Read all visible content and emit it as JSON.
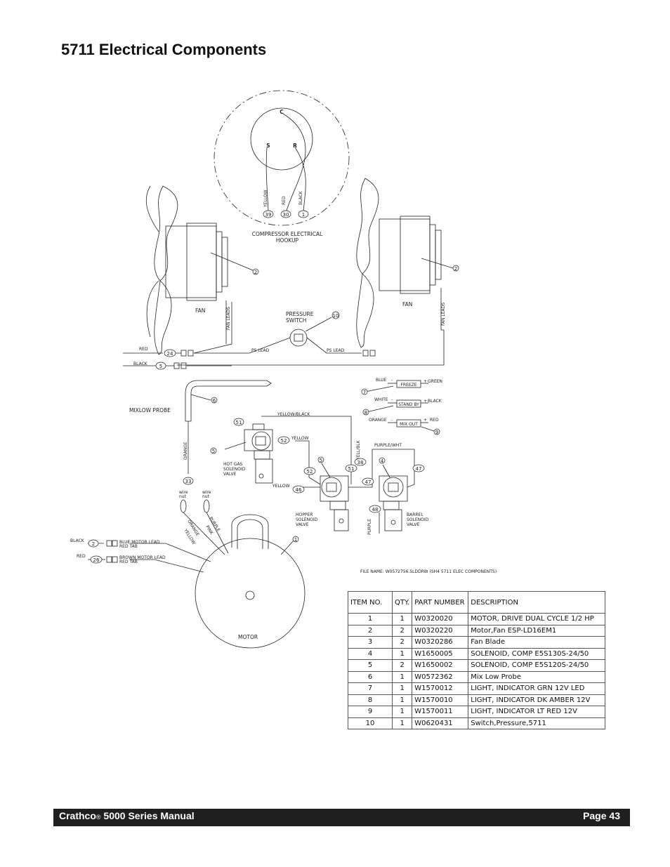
{
  "title": "5711 Electrical Components",
  "diagram": {
    "compressor_terminals": {
      "c": "C",
      "s": "S",
      "r": "R"
    },
    "compressor_wires": {
      "yellow": "YELLOW",
      "red": "RED",
      "black": "BLACK"
    },
    "compressor_wire_numbers": {
      "n1": "39",
      "n2": "30",
      "n3": "1"
    },
    "compressor_label_1": "COMPRESSOR ELECTRICAL",
    "compressor_label_2": "HOOKUP",
    "fan_left": "FAN",
    "fan_right": "FAN",
    "fan_leads": "FAN LEADS",
    "fan_item": "2",
    "pressure_label_1": "PRESSURE",
    "pressure_label_2": "SWITCH",
    "pressure_item": "10",
    "ps_lead": "PS LEAD",
    "red": "RED",
    "black": "BLACK",
    "red_wire_no": "24",
    "black_wire_no": "5",
    "mixlow_probe": "MIXLOW PROBE",
    "probe_item": "6",
    "orange": "ORANGE",
    "orange_wire_no": "33",
    "yellow_black": "YELLOW/BLACK",
    "yellow": "YELLOW",
    "yell_blk": "YELL/BLK",
    "hot_gas_1": "HOT GAS",
    "hot_gas_2": "SOLENOID",
    "hot_gas_3": "VALVE",
    "hot_gas_item": "5",
    "hot_gas_wire_a": "51",
    "hot_gas_wire_b": "52",
    "hopper_1": "HOPPER",
    "hopper_2": "SOLENOID",
    "hopper_3": "VALVE",
    "hopper_item": "5",
    "hopper_wires": {
      "a": "52",
      "b": "51",
      "c": "38",
      "d": "46"
    },
    "barrel_1": "BARREL",
    "barrel_2": "SOLENOID",
    "barrel_3": "VALVE",
    "barrel_item": "4",
    "barrel_wires": {
      "a": "47",
      "b": "47",
      "c": "48"
    },
    "purple_wht": "PURPLE/WHT",
    "purple": "PURPLE",
    "blue": "BLUE",
    "green": "GREEN",
    "white": "WHITE",
    "orange_light": "ORANGE",
    "red_light": "RED",
    "freeze": "FREEZE",
    "stand_by": "STAND BY",
    "mix_out": "MIX OUT",
    "minus": "-",
    "plus": "+",
    "light_items": {
      "freeze": "7",
      "standby": "8",
      "mixout": "9"
    },
    "wire_nut": {
      "a": "wire",
      "b": "nut"
    },
    "motor_wires": {
      "orange": "ORANGE",
      "yellow": "YELLOW",
      "purple": "PURPLE",
      "pink": "PINK"
    },
    "motor_black": "BLACK",
    "motor_red": "RED",
    "motor_black_no": "2",
    "motor_red_no": "26",
    "blue_lead_1": "BLUE MOTOR LEAD",
    "blue_lead_2": "RED TAB",
    "brown_lead_1": "BROWN MOTOR LEAD",
    "brown_lead_2": "RED TAB",
    "motor_label": "MOTOR",
    "motor_item": "1",
    "file_name": "FILE NAME:  W0572756.SLDDRW (SH4 5711 ELEC COMPONENTS)"
  },
  "parts_table": {
    "headers": [
      "ITEM NO.",
      "QTY.",
      "PART NUMBER",
      "DESCRIPTION"
    ],
    "rows": [
      [
        "1",
        "1",
        "W0320020",
        "MOTOR, DRIVE DUAL CYCLE 1/2 HP"
      ],
      [
        "2",
        "2",
        "W0320220",
        "Motor,Fan ESP-LD16EM1"
      ],
      [
        "3",
        "2",
        "W0320286",
        "Fan Blade"
      ],
      [
        "4",
        "1",
        "W1650005",
        "SOLENOID, COMP E5S130S-24/50"
      ],
      [
        "5",
        "2",
        "W1650002",
        "SOLENOID, COMP E5S120S-24/50"
      ],
      [
        "6",
        "1",
        "W0572362",
        "Mix Low Probe"
      ],
      [
        "7",
        "1",
        "W1570012",
        "LIGHT, INDICATOR GRN 12V LED"
      ],
      [
        "8",
        "1",
        "W1570010",
        "LIGHT, INDICATOR DK AMBER 12V"
      ],
      [
        "9",
        "1",
        "W1570011",
        "LIGHT, INDICATOR LT RED 12V"
      ],
      [
        "10",
        "1",
        "W0620431",
        "Switch,Pressure,5711"
      ]
    ]
  },
  "footer": {
    "brand": "Crathco",
    "registered": "®",
    "manual": " 5000 Series Manual",
    "page": "Page 43"
  }
}
